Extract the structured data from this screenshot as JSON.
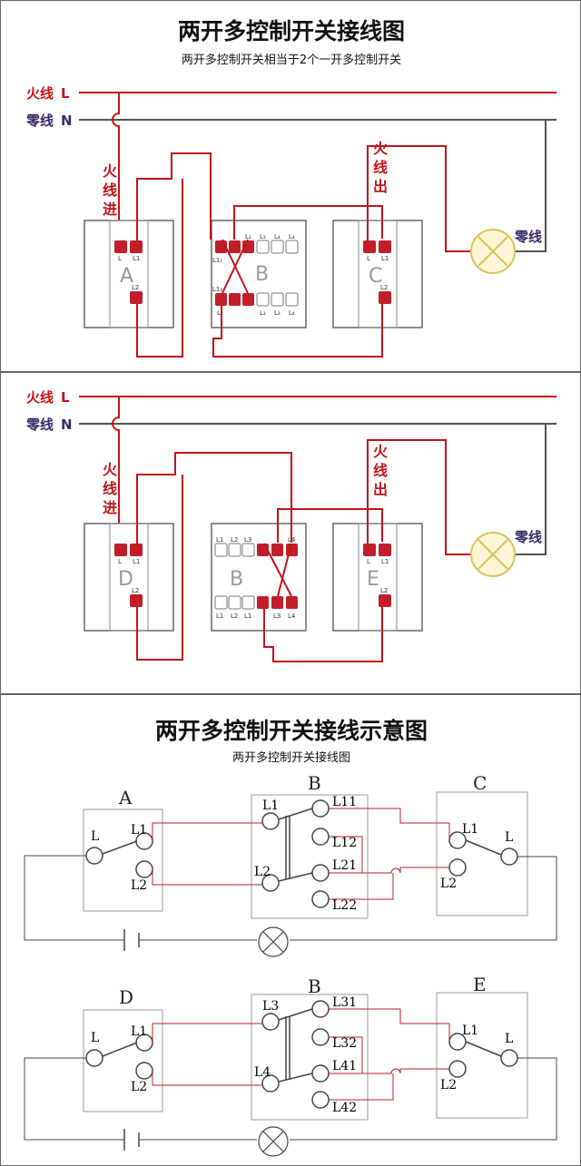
{
  "panel1": {
    "title": "两开多控制开关接线图",
    "subtitle": "两开多控制开关相当于2个一开多控制开关",
    "live_label": "火线",
    "live_letter": "L",
    "neutral_label": "零线",
    "neutral_letter": "N",
    "fire_in": [
      "火",
      "线",
      "进"
    ],
    "fire_out": [
      "火",
      "线",
      "出"
    ],
    "lamp_neutral": "零线",
    "switches": [
      "A",
      "B",
      "C"
    ],
    "b_top_terms": [
      "L₂",
      "L₁",
      "L₂",
      "L₃",
      "L₄",
      "L₄"
    ],
    "b_bot_terms": [
      "L₃",
      "L₁",
      "L₂",
      "L₃",
      "L₃",
      "L₄"
    ],
    "b_top_side": "L1₁",
    "b_bot_side": "L1₂",
    "single_top_terms": [
      "L",
      "L1"
    ],
    "single_bot_term": "L2"
  },
  "panel2": {
    "live_label": "火线",
    "live_letter": "L",
    "neutral_label": "零线",
    "neutral_letter": "N",
    "fire_in": [
      "火",
      "线",
      "进"
    ],
    "fire_out": [
      "火",
      "线",
      "出"
    ],
    "lamp_neutral": "零线",
    "switches": [
      "D",
      "B",
      "E"
    ],
    "b_top_terms": [
      "L1",
      "L2",
      "L3",
      "L2",
      "L3",
      "L4"
    ],
    "b_bot_terms": [
      "L1",
      "L2",
      "L1",
      "L3",
      "L3",
      "L4"
    ],
    "single_top_terms": [
      "L",
      "L1"
    ],
    "single_bot_term": "L2"
  },
  "panel3": {
    "title": "两开多控制开关接线示意图",
    "subtitle": "两开多控制开关接线图",
    "row1": {
      "left_name": "A",
      "mid_name": "B",
      "right_name": "C",
      "left_terms": {
        "common": "L",
        "t1": "L1",
        "t2": "L2"
      },
      "mid_in": [
        "L1",
        "L2"
      ],
      "mid_out": [
        "L11",
        "L12",
        "L21",
        "L22"
      ],
      "right_terms": {
        "common": "L",
        "t1": "L1",
        "t2": "L2"
      }
    },
    "row2": {
      "left_name": "D",
      "mid_name": "B",
      "right_name": "E",
      "left_terms": {
        "common": "L",
        "t1": "L1",
        "t2": "L2"
      },
      "mid_in": [
        "L3",
        "L4"
      ],
      "mid_out": [
        "L31",
        "L32",
        "L41",
        "L42"
      ],
      "right_terms": {
        "common": "L",
        "t1": "L1",
        "t2": "L2"
      }
    }
  },
  "colors": {
    "live": "#c0151a",
    "neutral": "#3a2a6a",
    "wire_neutral": "#404040",
    "terminal": "#c01f2a",
    "lamp_fill": "#fff6d8",
    "lamp_stroke": "#d8c35a",
    "schematic_red": "#b0202a",
    "schematic_gray": "#444"
  }
}
